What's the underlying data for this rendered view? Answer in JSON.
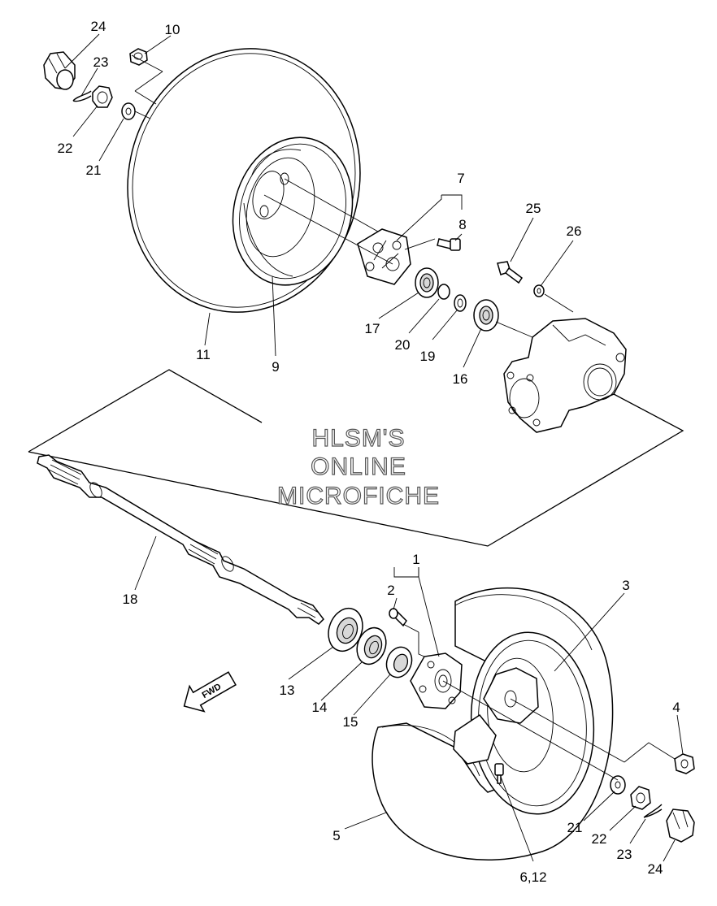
{
  "watermark": {
    "line1": "HLSM'S",
    "line2": "ONLINE",
    "line3": "MICROFICHE"
  },
  "fwd_label": "FWD",
  "callouts": {
    "c1": "1",
    "c2": "2",
    "c3": "3",
    "c4": "4",
    "c5": "5",
    "c6_12": "6,12",
    "c7": "7",
    "c8": "8",
    "c9": "9",
    "c10": "10",
    "c11": "11",
    "c13": "13",
    "c14": "14",
    "c15": "15",
    "c16": "16",
    "c17": "17",
    "c18": "18",
    "c19": "19",
    "c20": "20",
    "c21_top": "21",
    "c21_bot": "21",
    "c22_top": "22",
    "c22_bot": "22",
    "c23_top": "23",
    "c23_bot": "23",
    "c24_top": "24",
    "c24_bot": "24",
    "c25": "25",
    "c26": "26"
  }
}
